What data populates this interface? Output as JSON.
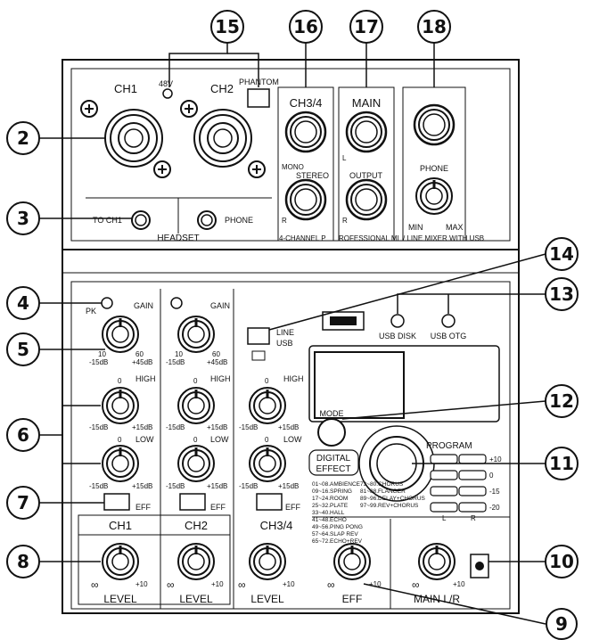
{
  "callouts": [
    "2",
    "3",
    "4",
    "5",
    "6",
    "7",
    "8",
    "9",
    "10",
    "11",
    "12",
    "13",
    "14",
    "15",
    "16",
    "17",
    "18"
  ],
  "top_panel": {
    "ch1": "CH1",
    "ch2": "CH2",
    "v48": "48V",
    "phantom": "PHANTOM",
    "ch34": "CH3/4",
    "main": "MAIN",
    "mono": "MONO",
    "stereo": "STEREO",
    "output": "OUTPUT",
    "l": "L",
    "r": "R",
    "phone": "PHONE",
    "min": "MIN",
    "max": "MAX",
    "bottom_a": "4-CHANNEL P",
    "bottom_b": "ROFESSIONAL MI",
    "bottom_c": "/ LINE MIXER WITH USB",
    "to_ch1": "TO CH1",
    "headset": "HEADSET",
    "phone_jack": "PHONE"
  },
  "channels": {
    "pk": "PK",
    "gain": "GAIN",
    "gain_min": "10",
    "gain_max": "60",
    "gain_lo": "-15dB",
    "gain_hi": "+45dB",
    "high": "HIGH",
    "low": "LOW",
    "eq_min": "-15dB",
    "eq_max": "+15dB",
    "zero": "0",
    "eff": "EFF",
    "ch1": "CH1",
    "ch2": "CH2",
    "ch34": "CH3/4",
    "level": "LEVEL",
    "inf": "∞",
    "plus10": "+10"
  },
  "usb": {
    "line": "LINE",
    "usb": "USB",
    "usb_disk": "USB DISK",
    "usb_otg": "USB OTG"
  },
  "effects": {
    "mode": "MODE",
    "digital": "DIGITAL",
    "effect": "EFFECT",
    "program": "PROGRAM",
    "list_left": [
      "01~08.AMBIENCE",
      "09~16.SPRING",
      "17~24.ROOM",
      "25~32.PLATE",
      "33~40.HALL",
      "41~48.ECHO",
      "49~56.PING PONG",
      "57~64.SLAP REV",
      "65~72.ECHO+REV"
    ],
    "list_right": [
      "73~80.CHORUS",
      "81~88.FLANGER",
      "89~96.DELAY+CHORUS",
      "97~99.REV+CHORUS",
      "",
      "",
      ""
    ],
    "meter": [
      "+10",
      "0",
      "-15",
      "-20"
    ],
    "l": "L",
    "r": "R",
    "eff": "EFF",
    "main_lr": "MAIN L/R"
  }
}
